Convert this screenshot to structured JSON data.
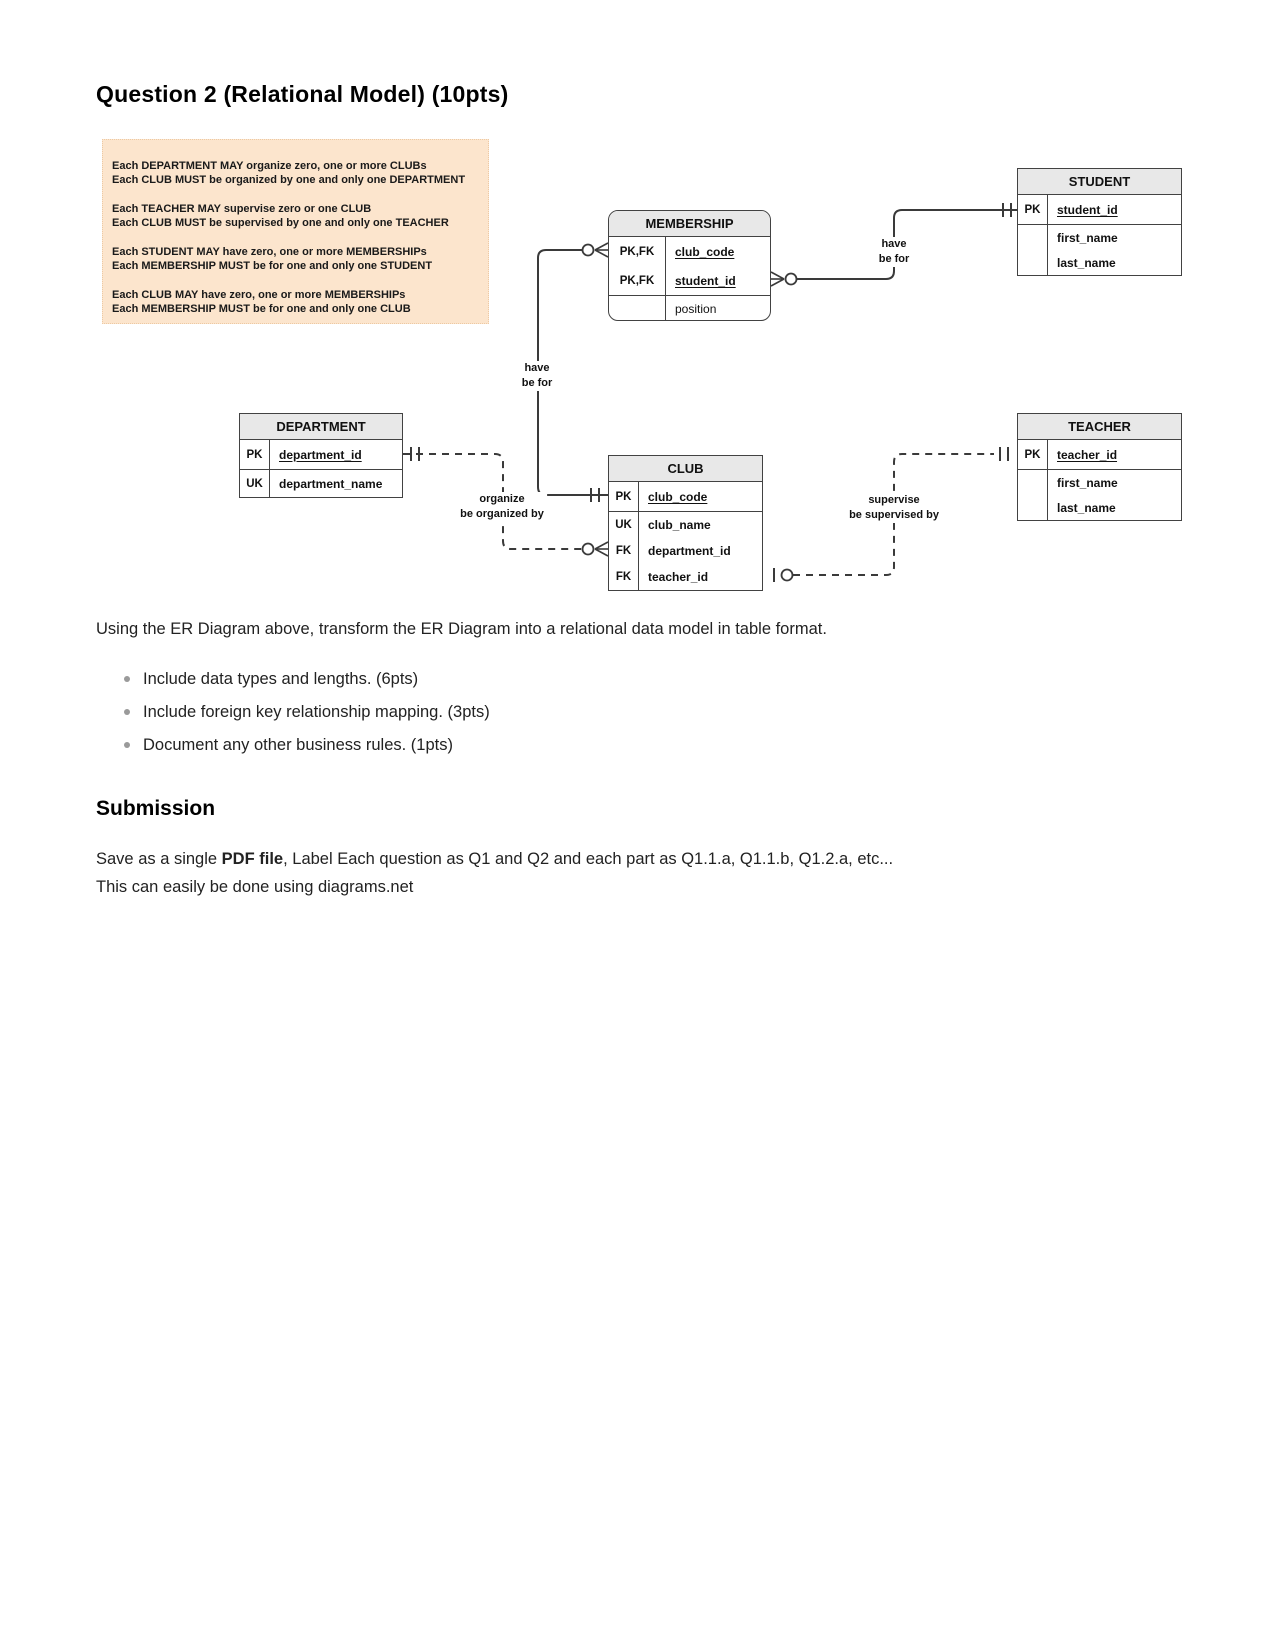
{
  "page": {
    "title": "Question 2 (Relational Model) (10pts)",
    "instruction": "Using the ER Diagram above, transform the ER Diagram into a relational data model in table format.",
    "bullets": [
      "Include data types and lengths. (6pts)",
      "Include foreign key relationship mapping. (3pts)",
      "Document any other business rules. (1pts)"
    ],
    "submission": {
      "heading": "Submission",
      "line1_pre": "Save as a single ",
      "line1_bold": "PDF file",
      "line1_post": ", Label Each question as Q1 and Q2 and each part as Q1.1.a, Q1.1.b, Q1.2.a, etc...",
      "line2": "This can easily be done using diagrams.net"
    }
  },
  "diagram": {
    "business_rules": [
      {
        "line1": "Each DEPARTMENT MAY organize zero, one or more CLUBs",
        "line2": "Each CLUB MUST be organized by one and only one DEPARTMENT"
      },
      {
        "line1": "Each TEACHER MAY supervise zero or one CLUB",
        "line2": "Each CLUB MUST be supervised by one and only one TEACHER"
      },
      {
        "line1": "Each STUDENT MAY have zero, one or more MEMBERSHIPs",
        "line2": "Each MEMBERSHIP MUST be for one and only one STUDENT"
      },
      {
        "line1": "Each CLUB MAY have zero, one or more MEMBERSHIPs",
        "line2": "Each MEMBERSHIP MUST be for one and only one CLUB"
      }
    ],
    "entities": {
      "membership": {
        "title": "MEMBERSHIP",
        "rows": [
          {
            "key": "PK,FK",
            "field": "club_code"
          },
          {
            "key": "PK,FK",
            "field": "student_id"
          },
          {
            "key": "",
            "field": "position"
          }
        ]
      },
      "student": {
        "title": "STUDENT",
        "rows": [
          {
            "key": "PK",
            "field": "student_id"
          },
          {
            "key": "",
            "field": "first_name"
          },
          {
            "key": "",
            "field": "last_name"
          }
        ]
      },
      "department": {
        "title": "DEPARTMENT",
        "rows": [
          {
            "key": "PK",
            "field": "department_id"
          },
          {
            "key": "UK",
            "field": "department_name"
          }
        ]
      },
      "club": {
        "title": "CLUB",
        "rows": [
          {
            "key": "PK",
            "field": "club_code"
          },
          {
            "key": "UK",
            "field": "club_name"
          },
          {
            "key": "FK",
            "field": "department_id"
          },
          {
            "key": "FK",
            "field": "teacher_id"
          }
        ]
      },
      "teacher": {
        "title": "TEACHER",
        "rows": [
          {
            "key": "PK",
            "field": "teacher_id"
          },
          {
            "key": "",
            "field": "first_name"
          },
          {
            "key": "",
            "field": "last_name"
          }
        ]
      }
    },
    "relationships": {
      "club_membership": {
        "label1": "have",
        "label2": "be for",
        "membership_end": "zero-or-many",
        "club_end": "one-and-only-one"
      },
      "student_membership": {
        "label1": "have",
        "label2": "be for",
        "membership_end": "zero-or-many",
        "student_end": "one-and-only-one"
      },
      "department_club": {
        "label1": "organize",
        "label2": "be organized by",
        "club_end": "zero-or-many",
        "department_end": "one-and-only-one"
      },
      "teacher_club": {
        "label1": "supervise",
        "label2": "be supervised by",
        "club_end": "zero-or-one",
        "teacher_end": "one-and-only-one"
      }
    },
    "colors": {
      "rules_bg": "#FCE5CD",
      "rules_border": "#EDC9A3",
      "header_bg": "#E8E8E8",
      "line": "#3a3a3a"
    }
  }
}
